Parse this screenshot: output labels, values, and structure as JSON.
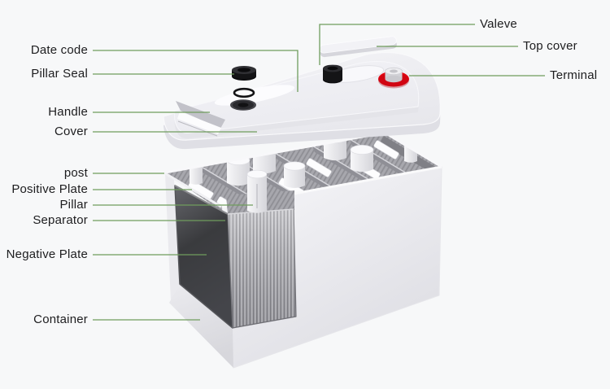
{
  "diagram": {
    "labels": {
      "valve": "Valeve",
      "top_cover": "Top cover",
      "terminal": "Terminal",
      "date_code": "Date code",
      "pillar_seal": "Pillar Seal",
      "handle": "Handle",
      "cover": "Cover",
      "post": "post",
      "positive_plate": "Positive Plate",
      "pillar": "Pillar",
      "separator": "Separator",
      "negative_plate": "Negative Plate",
      "container": "Container"
    },
    "colors": {
      "background": "#f7f8f9",
      "leader_line": "#6f9d5d",
      "label_text": "#1d1d1f",
      "terminal_ring": "#e30613",
      "plastic_light": "#f2f2f5",
      "negative_plate_dark": "#3a3b3e"
    }
  }
}
